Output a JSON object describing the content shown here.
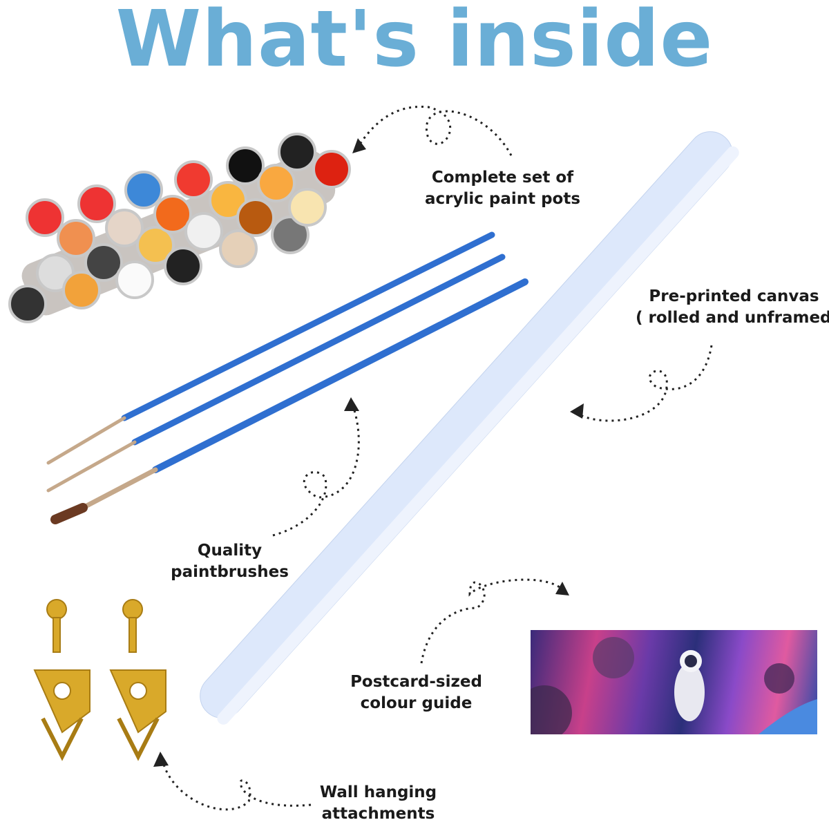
{
  "title": "What's inside",
  "items": [
    {
      "line1": "Complete set of",
      "line2": "acrylic paint pots"
    },
    {
      "line1": "Pre-printed canvas",
      "line2": "( rolled and unframed )"
    },
    {
      "line1": "Quality",
      "line2": "paintbrushes"
    },
    {
      "line1": "Postcard-sized",
      "line2": "colour guide"
    },
    {
      "line1": "Wall hanging",
      "line2": "attachments"
    }
  ],
  "colors": {
    "title": "#6aaed6",
    "brush": "#2f6fd0",
    "canvas": "#dce8fb",
    "gold": "#d9a92a"
  }
}
